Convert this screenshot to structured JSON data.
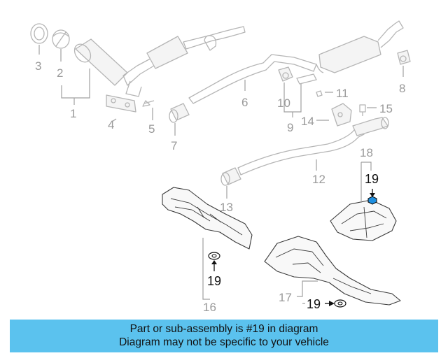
{
  "callouts": {
    "c1": "1",
    "c2": "2",
    "c3": "3",
    "c4": "4",
    "c5": "5",
    "c6": "6",
    "c7": "7",
    "c8": "8",
    "c9": "9",
    "c10": "10",
    "c11": "11",
    "c12": "12",
    "c13": "13",
    "c14": "14",
    "c15": "15",
    "c16": "16",
    "c17": "17",
    "c18": "18",
    "c19a": "19",
    "c19b": "19",
    "c19c": "19"
  },
  "banner": {
    "line1": "Part or sub-assembly is #19 in diagram",
    "line2": "Diagram may not be specific to your vehicle",
    "background": "#5bc2ee"
  },
  "colors": {
    "highlight": "#1e8fe0"
  }
}
